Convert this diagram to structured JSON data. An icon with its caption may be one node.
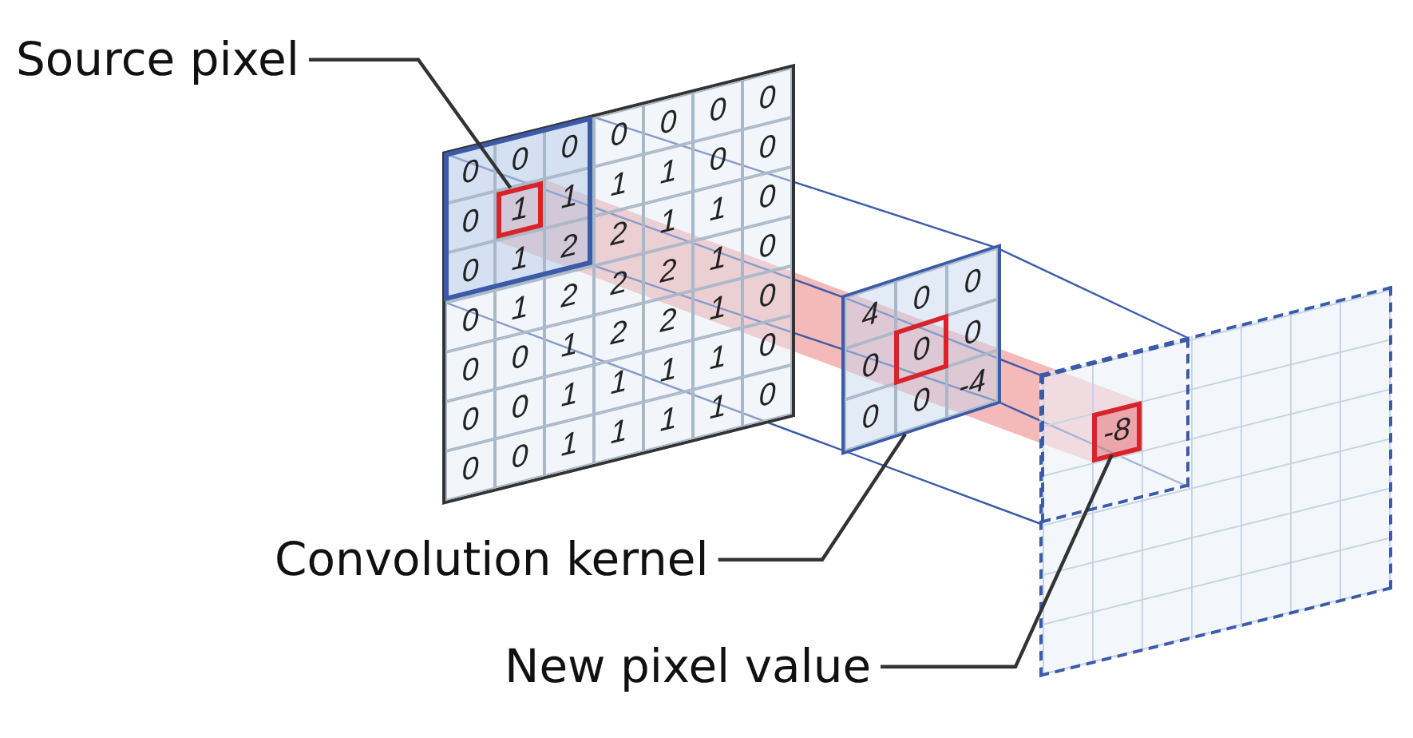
{
  "diagram": {
    "nodes": [
      {
        "text": [
          "Source pixel"
        ]
      },
      {
        "text": [
          "1"
        ]
      },
      {
        "text": [
          "Convolution kernel"
        ]
      },
      {
        "text": [
          "4",
          "0",
          "0",
          "0",
          "0",
          "0",
          "0",
          "0",
          "-4"
        ]
      },
      {
        "text": [
          "New pixel value"
        ]
      },
      {
        "text": [
          "-8"
        ]
      }
    ],
    "edges": [
      {
        "from": 0,
        "to": 1,
        "arrow": "none"
      },
      {
        "from": 2,
        "to": 3,
        "arrow": "none"
      },
      {
        "from": 4,
        "to": 5,
        "arrow": "none"
      }
    ],
    "labels": [
      "0",
      "0",
      "0",
      "0",
      "0",
      "0",
      "0",
      "0",
      "1",
      "1",
      "1",
      "0",
      "0",
      "0",
      "1",
      "2",
      "2",
      "1",
      "1",
      "0",
      "0",
      "1",
      "2",
      "2",
      "2",
      "1",
      "0",
      "0",
      "0",
      "1",
      "2",
      "2",
      "1",
      "0",
      "0",
      "0",
      "1",
      "1",
      "1",
      "1",
      "0",
      "0",
      "0",
      "1",
      "1",
      "1",
      "1",
      "0"
    ]
  }
}
